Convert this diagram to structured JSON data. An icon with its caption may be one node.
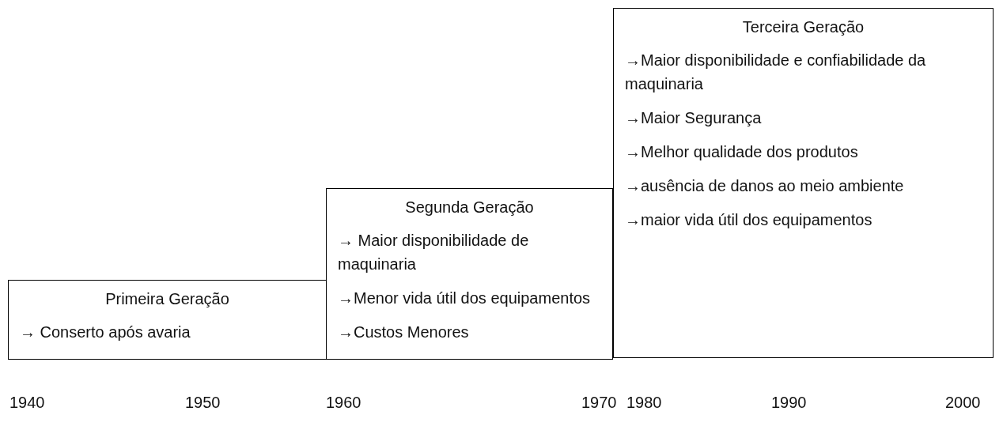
{
  "diagram": {
    "nodes": [
      {
        "text": [
          "Primeira Geração",
          "→ Conserto após avaria"
        ]
      },
      {
        "text": [
          "Segunda Geração",
          "→ Maior disponibilidade de maquinaria",
          "→Menor vida útil dos equipamentos",
          "→Custos Menores"
        ]
      },
      {
        "text": [
          "Terceira Geração",
          "→Maior disponibilidade e confiabilidade da maquinaria",
          "→Maior Segurança",
          "→Melhor qualidade dos produtos",
          "→ausência de danos ao meio ambiente",
          "→maior vida útil dos equipamentos"
        ]
      }
    ],
    "edges": [],
    "labels": [
      "1940",
      "1950",
      "1960",
      "1970",
      "1980",
      "1990",
      "2000"
    ]
  }
}
